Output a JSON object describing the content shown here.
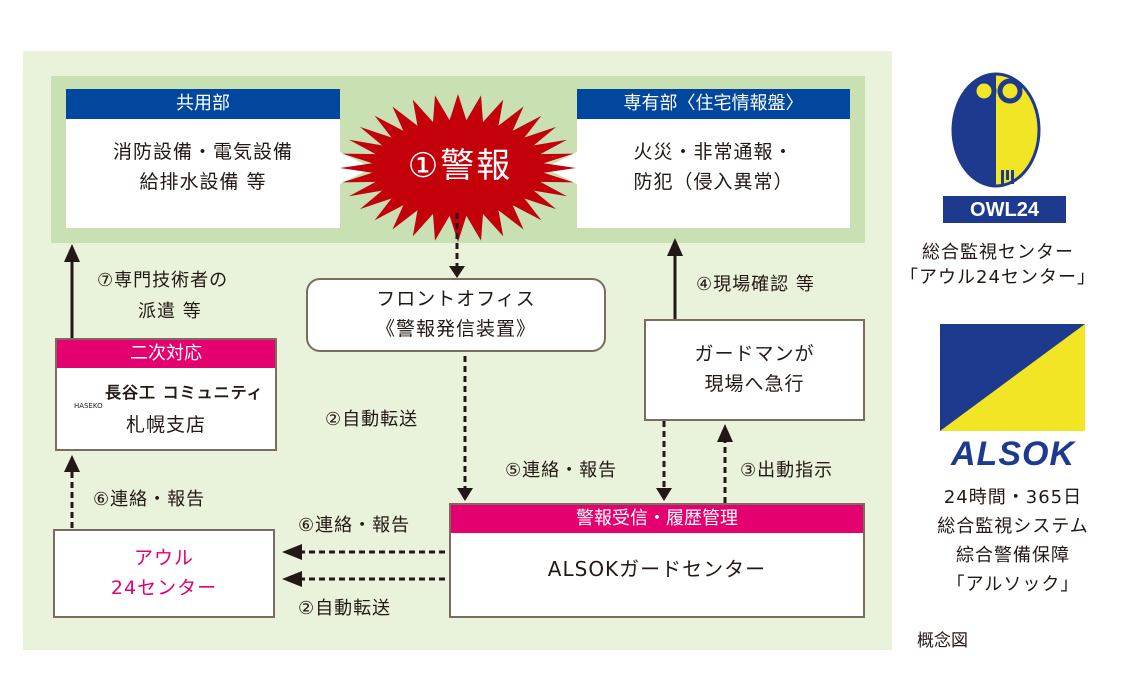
{
  "common_area": {
    "header": "共用部",
    "line1": "消防設備・電気設備",
    "line2": "給排水設備 等"
  },
  "alarm": {
    "label": "①警報",
    "color": "#c4000b"
  },
  "private_area": {
    "header": "専有部〈住宅情報盤〉",
    "line1": "火災・非常通報・",
    "line2": "防犯（侵入異常）"
  },
  "front_office": {
    "line1": "フロントオフィス",
    "line2": "《警報発信装置》"
  },
  "secondary_response": {
    "header": "二次対応",
    "company_name": "長谷工 コミュニティ",
    "company_logo_caption": "HASEKO",
    "branch": "札幌支店"
  },
  "guardman": {
    "line1": "ガードマンが",
    "line2": "現場へ急行"
  },
  "owl_center_box": {
    "line1": "アウル",
    "line2": "24センター"
  },
  "alsok_center": {
    "header": "警報受信・履歴管理",
    "name": "ALSOKガードセンター"
  },
  "flow_labels": {
    "step7_line1": "⑦専門技術者の",
    "step7_line2": "派遣 等",
    "step4": "④現場確認 等",
    "step2_front": "②自動転送",
    "step5": "⑤連絡・報告",
    "step3": "③出動指示",
    "step6_left": "⑥連絡・報告",
    "step6_bottom": "⑥連絡・報告",
    "step2_bottom": "②自動転送"
  },
  "owl24_logo": {
    "text": "OWL24",
    "caption_line1": "総合監視センター",
    "caption_line2": "「アウル24センター」"
  },
  "alsok_logo": {
    "text": "ALSOK",
    "caption_line1": "24時間・365日",
    "caption_line2": "総合監視システム",
    "caption_line3": "綜合警備保障",
    "caption_line4": "「アルソック」"
  },
  "figure_caption": "概念図",
  "colors": {
    "blue": "#00479d",
    "pink": "#e4006e",
    "yellow": "#f2e526",
    "outer_green": "#e9f2da",
    "inner_green": "#c9e0b2"
  }
}
